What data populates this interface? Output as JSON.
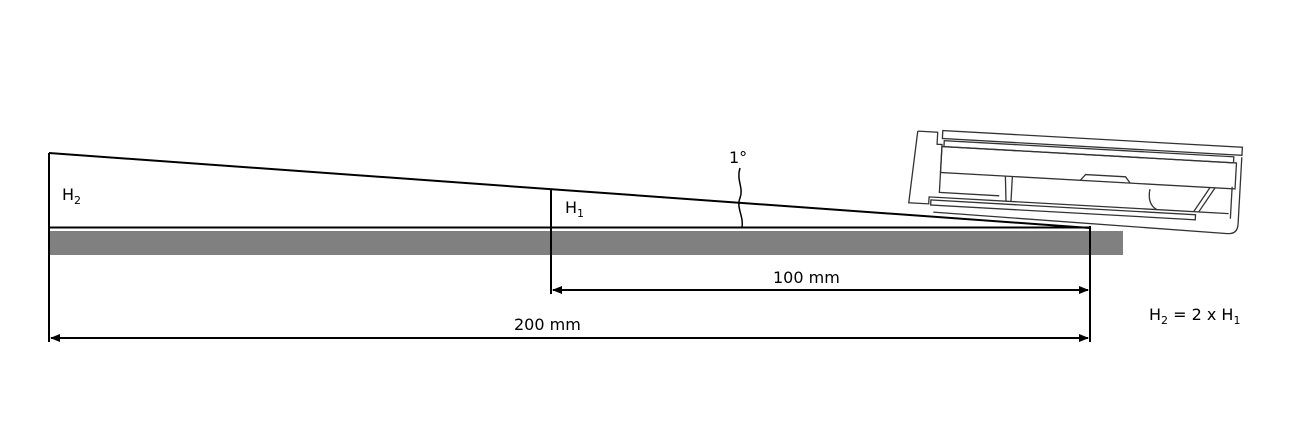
{
  "labels": {
    "h2": {
      "main": "H",
      "sub": "2"
    },
    "h1": {
      "main": "H",
      "sub": "1"
    },
    "angle": "1°",
    "dim_100": "100 mm",
    "dim_200": "200 mm",
    "formula": {
      "a": "H",
      "a_sub": "2",
      "mid": " = 2 x H",
      "b_sub": "1"
    }
  },
  "colors": {
    "surface": "#808080",
    "line": "#000000"
  }
}
